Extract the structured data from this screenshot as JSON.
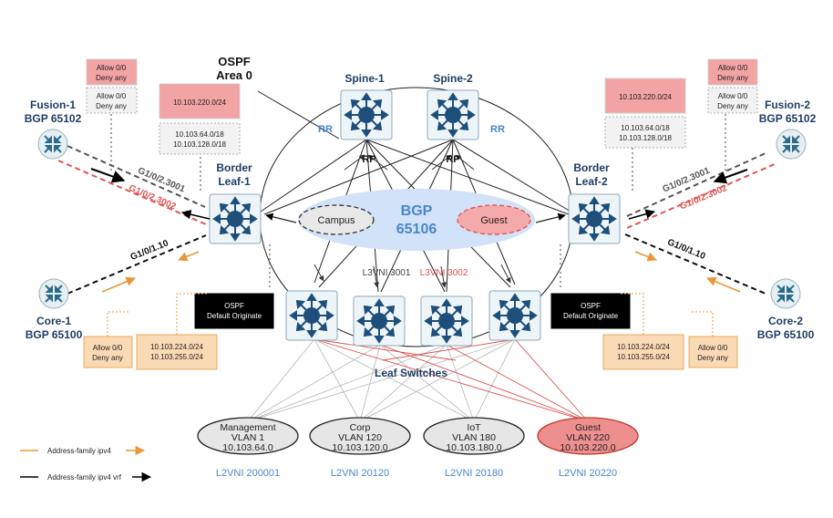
{
  "ospf": {
    "line1": "OSPF",
    "line2": "Area 0"
  },
  "bgp": {
    "line1": "BGP",
    "line2": "65106",
    "campus": "Campus",
    "guest": "Guest"
  },
  "spines": [
    {
      "name": "Spine-1",
      "rp": "RP"
    },
    {
      "name": "Spine-2",
      "rp": "RP"
    }
  ],
  "rr_label": "RR",
  "border_leaf_1": {
    "line1": "Border",
    "line2": "Leaf-1"
  },
  "border_leaf_2": {
    "line1": "Border",
    "line2": "Leaf-2"
  },
  "fusion_1": {
    "name": "Fusion-1",
    "as": "BGP 65102",
    "if_a": "G1/0/2.3001",
    "if_b": "G1/0/2.3002"
  },
  "fusion_2": {
    "name": "Fusion-2",
    "as": "BGP 65102",
    "if_a": "G1/0/2.3001",
    "if_b": "G1/0/2.3002"
  },
  "core_1": {
    "name": "Core-1",
    "as": "BGP 65100",
    "if": "G1/0/1.10"
  },
  "core_2": {
    "name": "Core-2",
    "as": "BGP 65100",
    "if": "G1/0/1.10"
  },
  "boxes": {
    "allow_deny": {
      "line1": "Allow 0/0",
      "line2": "Deny any"
    },
    "guest_prefix": "10.103.220.0/24",
    "fusion_prefixes": {
      "line1": "10.103.64.0/18",
      "line2": "10.103.128.0/18"
    },
    "core_prefixes": {
      "line1": "10.103.224.0/24",
      "line2": "10.103.255.0/24"
    },
    "ospf_default": {
      "line1": "OSPF",
      "line2": "Default Originate"
    }
  },
  "l3vni": {
    "a": "L3VNI 3001",
    "b": "L3VNI 3002"
  },
  "leaf_switches_label": "Leaf Switches",
  "vlans": [
    {
      "name": "Management",
      "vlan": "VLAN 1",
      "subnet": "10.103.64.0",
      "l2vni": "L2VNI 200001"
    },
    {
      "name": "Corp",
      "vlan": "VLAN 120",
      "subnet": "10.103.120.0",
      "l2vni": "L2VNI 20120"
    },
    {
      "name": "IoT",
      "vlan": "VLAN 180",
      "subnet": "10.103.180.0",
      "l2vni": "L2VNI 20180"
    },
    {
      "name": "Guest",
      "vlan": "VLAN 220",
      "subnet": "10.103.220.0",
      "l2vni": "L2VNI 20220"
    }
  ],
  "legend": [
    {
      "label": "Address-family ipv4",
      "color": "#e8983a"
    },
    {
      "label": "Address-family ipv4 vrf",
      "color": "#000000"
    }
  ],
  "colors": {
    "navy": "#1f3d66",
    "blue_text": "#4a87c9",
    "red": "#d9534f",
    "orange": "#e8983a",
    "switch_hub": "#1e4f7a",
    "bgp_fill": "#d2e2f8",
    "guest_fill": "#f4aaaa",
    "orange_box": "#fad9b5",
    "red_box": "#f2a3a3"
  }
}
